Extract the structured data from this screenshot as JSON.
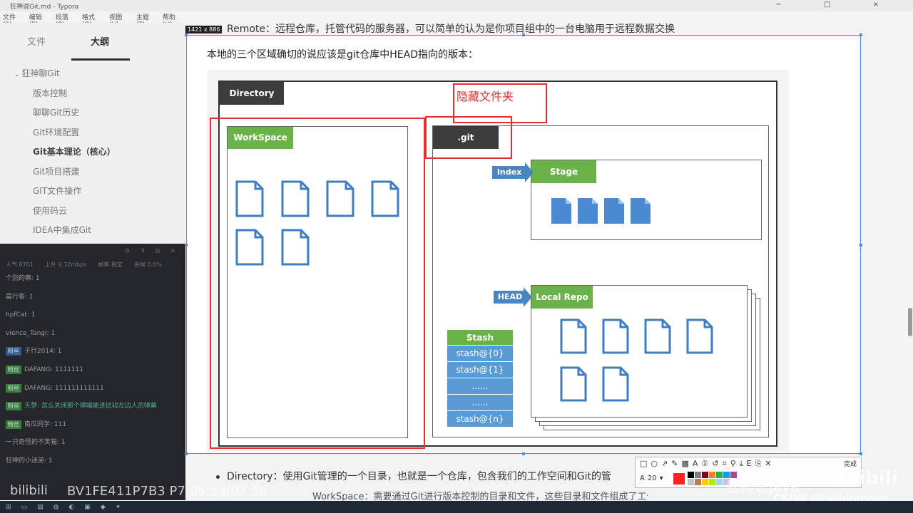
{
  "window": {
    "title": "狂神说Git.md - Typora",
    "controls": [
      "−",
      "□",
      "×"
    ]
  },
  "menu": [
    "文件(F)",
    "编辑(E)",
    "段落(P)",
    "格式(O)",
    "视图(V)",
    "主题(T)",
    "帮助(H)"
  ],
  "sidebar": {
    "tabs": [
      "文件",
      "大纲"
    ],
    "active_tab": "大纲",
    "outline": [
      {
        "label": "狂神聊Git",
        "level": 1
      },
      {
        "label": "版本控制",
        "level": 2
      },
      {
        "label": "聊聊Git历史",
        "level": 2
      },
      {
        "label": "Git环境配置",
        "level": 2
      },
      {
        "label": "Git基本理论（核心）",
        "level": 2,
        "active": true
      },
      {
        "label": "Git项目搭建",
        "level": 2
      },
      {
        "label": "GIT文件操作",
        "level": 2
      },
      {
        "label": "使用码云",
        "level": 2
      },
      {
        "label": "IDEA中集成Git",
        "level": 2
      }
    ]
  },
  "chat": {
    "stats": [
      "人气 8701",
      "上升 9.32mbps",
      "帧率 稳定",
      "丢帧 0.0%"
    ],
    "messages": [
      {
        "text": "个别的嘛: 1"
      },
      {
        "text": "晨行客: 1"
      },
      {
        "text": "hpfCat: 1"
      },
      {
        "text": "vience_Tangi: 1"
      },
      {
        "badge": "粉丝",
        "text": "子行2014: 1",
        "badge_color": "blue"
      },
      {
        "badge": "粉丝",
        "text": "DAFANG: 1111111"
      },
      {
        "badge": "粉丝",
        "text": "DAFANG: 111111111111"
      },
      {
        "badge": "粉丝",
        "text": "天梦: 怎么关闭那个横幅能进比较左边人的弹幕",
        "highlight": true
      },
      {
        "badge": "粉丝",
        "text": "南瓜同学: 111"
      },
      {
        "text": "一只奇怪的不笑猫: 1"
      },
      {
        "text": "狂神的小迷弟: 1"
      }
    ]
  },
  "editor": {
    "line_remote": "Remote：远程仓库，托管代码的服务器，可以简单的认为是你项目组中的一台电脑用于远程数据交换",
    "line_directory": "Directory：使用Git管理的一个目录，也就是一个仓库，包含我们的工作空间和Git的管",
    "line_workspace": "WorkSpace：需要通过Git进行版本控制的目录和文件，这些目录和文件组成了工作空间"
  },
  "capture": {
    "dimensions": "1421 x 886",
    "heading": "本地的三个区域确切的说应该是git仓库中HEAD指向的版本：",
    "labels": {
      "directory": "Directory",
      "hidden_folder": "隐藏文件夹",
      "workspace": "WorkSpace",
      "git": ".git",
      "index": "Index",
      "stage": "Stage",
      "head": "HEAD",
      "local_repo": "Local Repo"
    },
    "stash": [
      "Stash",
      "stash@{0}",
      "stash@{1}",
      "......",
      "......",
      "stash@{n}"
    ]
  },
  "snap_toolbar": {
    "font_size": "20",
    "done_label": "完成",
    "colors": [
      "#ff2020",
      "#000000",
      "#7f7f7f",
      "#880015",
      "#ff7f27",
      "#22b14c",
      "#00a2e8",
      "#a349a4",
      "#ffffff",
      "#c3c3c3",
      "#b97a57",
      "#ffc90e",
      "#b5e61d",
      "#99d9ea",
      "#c8bfe7"
    ]
  },
  "watermarks": {
    "bilibili_video": "BV1FE411P7B3 P7 05:53/07:56",
    "kuangshen": "狂神说Java",
    "csdn": "CSDN @hellobroder"
  }
}
